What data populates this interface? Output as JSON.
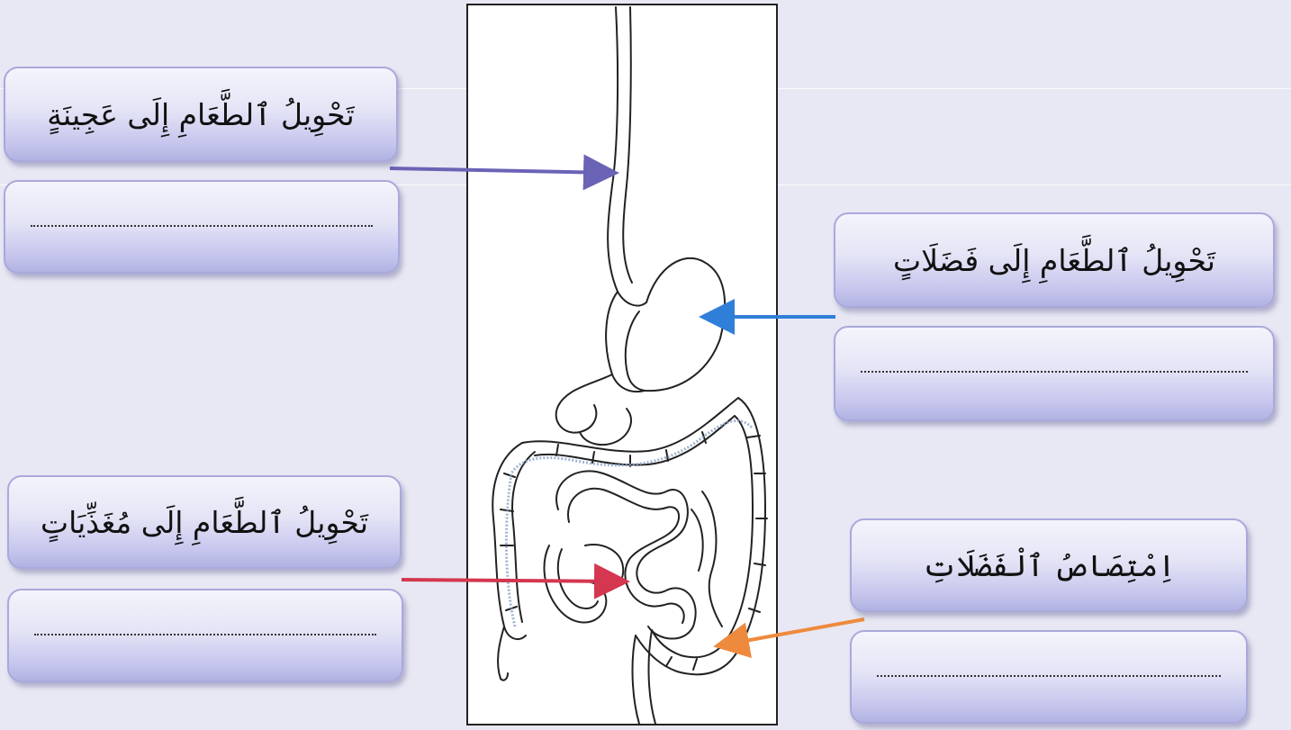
{
  "labels": {
    "left_top": "تَحْوِيلُ ٱلطَّعَامِ إِلَى عَجِينَةٍ",
    "left_bottom": "تَحْوِيلُ ٱلطَّعَامِ إِلَى مُغَذِّيَاتٍ",
    "right_top": "تَحْوِيلُ ٱلطَّعَامِ إِلَى فَضَلَاتٍ",
    "right_bottom": "اِمْتِصَاصُ ٱلْفَضَلَاتِ"
  },
  "arrows": {
    "left_top_color": "#6b63b5",
    "right_top_color": "#2f7fd8",
    "left_bottom_color": "#d4374f",
    "right_bottom_color": "#ee8a3d"
  },
  "colors": {
    "box_border": "#a9a9dc",
    "background": "#e8e8f4"
  }
}
